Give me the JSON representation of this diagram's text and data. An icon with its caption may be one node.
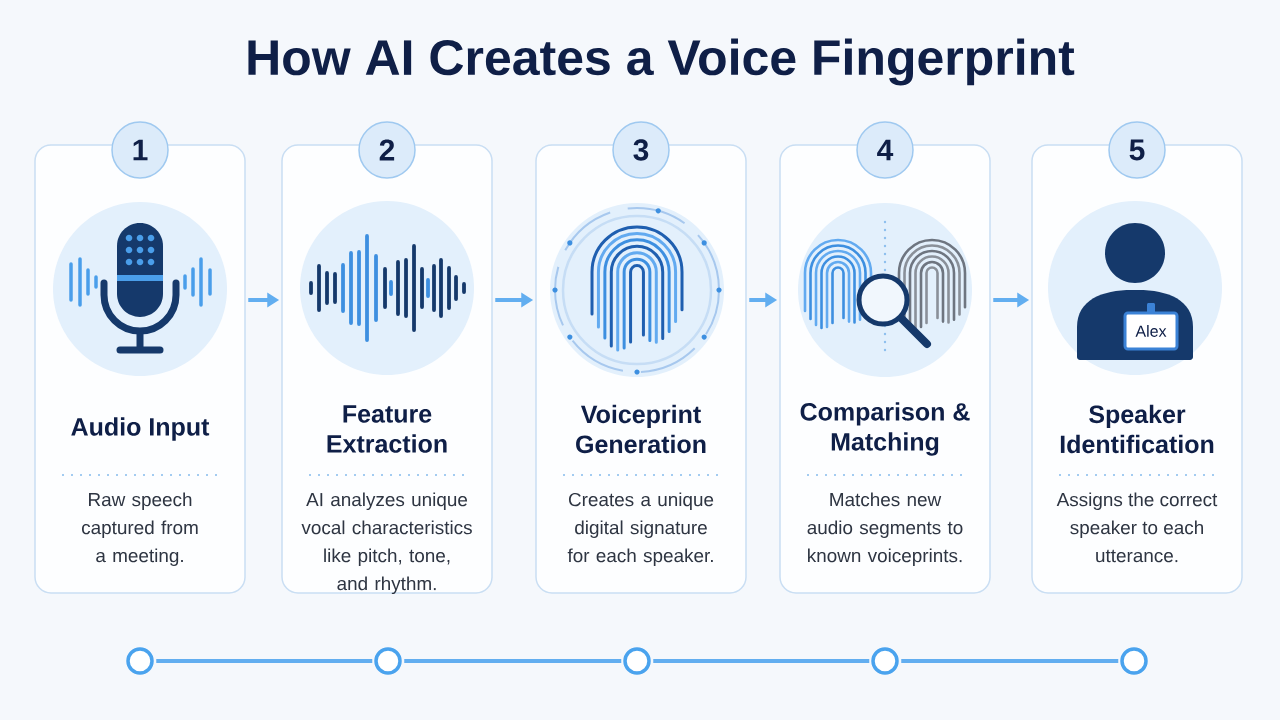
{
  "diagram": {
    "title": "How AI Creates a Voice Fingerprint",
    "nodes": [
      {
        "text": [
          "1"
        ]
      },
      {
        "text": [
          "Audio Input",
          "Raw speech captured from a meeting."
        ]
      },
      {
        "text": [
          "2"
        ]
      },
      {
        "text": [
          "Feature Extraction",
          "AI analyzes unique vocal characteristics like pitch, tone, and rhythm."
        ]
      },
      {
        "text": [
          "3"
        ]
      },
      {
        "text": [
          "Voiceprint Generation",
          "Creates a unique digital signature for each speaker."
        ]
      },
      {
        "text": [
          "4"
        ]
      },
      {
        "text": [
          "Comparison & Matching",
          "Matches new audio segments to known voiceprints."
        ]
      },
      {
        "text": [
          "5"
        ]
      },
      {
        "text": [
          "Speaker Identification",
          "Assigns the correct speaker to each utterance."
        ]
      },
      {
        "text": [
          "Alex"
        ],
        "in": 9
      },
      {
        "text": [],
        "shape": "circle"
      },
      {
        "text": [],
        "shape": "circle"
      },
      {
        "text": [],
        "shape": "circle"
      },
      {
        "text": [],
        "shape": "circle"
      },
      {
        "text": [],
        "shape": "circle"
      }
    ],
    "edges": [
      {
        "from": 1,
        "to": 3,
        "arrow": "to"
      },
      {
        "from": 3,
        "to": 5,
        "arrow": "to"
      },
      {
        "from": 5,
        "to": 7,
        "arrow": "to"
      },
      {
        "from": 7,
        "to": 9,
        "arrow": "to"
      },
      {
        "from": 11,
        "to": 12,
        "arrow": "none"
      },
      {
        "from": 12,
        "to": 13,
        "arrow": "none"
      },
      {
        "from": 13,
        "to": 14,
        "arrow": "none"
      },
      {
        "from": 14,
        "to": 15,
        "arrow": "none"
      }
    ]
  }
}
